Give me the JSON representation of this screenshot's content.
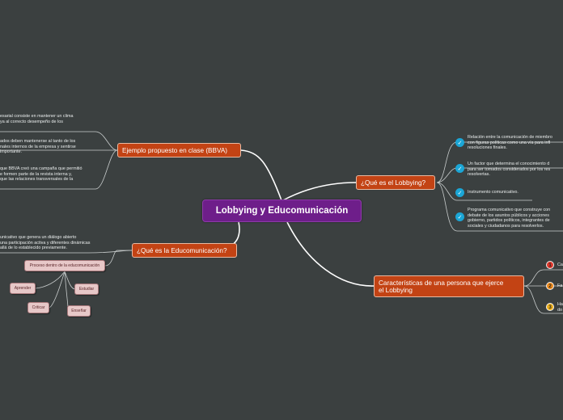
{
  "central": {
    "title": "Lobbying y Educomunicación",
    "color": "#6e1e8a"
  },
  "branch_color": "#c34314",
  "bbva": {
    "label": "Ejemplo propuesto en clase (BBVA)",
    "items": [
      "esarial consiste en mantener un clima\nya al correcto desempeño de los",
      "ados deben mantenerse al tanto de los\nnales internos de la empresa y sentirse\nimportante.",
      "que BBVA creó una campaña que permitió\ne formen parte de la revista interna y,\nque las relaciones transversales de la"
    ]
  },
  "educom": {
    "label": "¿Qué es la Educomunicación?",
    "text": "unicativo que genera un diálogo abierto\nuna participación activa y diferentes dinámicas\nallá de lo establecido previamente.",
    "process": {
      "label": "Proceso dentro de la educomunicación",
      "children": [
        "Aprender",
        "Estudiar",
        "Criticar",
        "Enseñar"
      ]
    }
  },
  "lobbying": {
    "label": "¿Qué es el Lobbying?",
    "items": [
      "Relación entre la comunicación de miembro\ncon figuras políticas como una vía para infl\nresoluciones finales.",
      "Un factor que determina el conocimiento d\npara ser tomados considerados por los res\nresolvertas.",
      "Instrumento comunicativo.",
      "Programa comunicativo que construye con\ndebate de los asuntos públicos y acciones\ngobierno, partidos políticos, integrantes de\nsociales y ciudadanos para resolverlos."
    ]
  },
  "caracteristicas": {
    "label": "Características de una persona que ejerce\nel Lobbying",
    "items": [
      {
        "num": "1",
        "text": "Ca",
        "color": "#e0372b"
      },
      {
        "num": "2",
        "text": "Fa",
        "color": "#f08b1a"
      },
      {
        "num": "3",
        "text": "Ha\ndo",
        "color": "#f2b31c"
      }
    ]
  }
}
